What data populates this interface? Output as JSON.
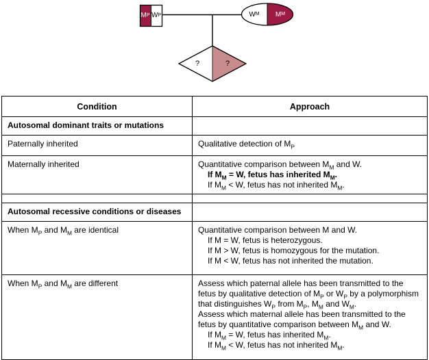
{
  "pedigree": {
    "father": {
      "left_label": "M_{P}",
      "right_label": "W_{P}"
    },
    "mother": {
      "left_label": "W_{M}",
      "right_label": "M_{M}"
    },
    "fetus": {
      "left_label": "?",
      "right_label": "?"
    },
    "colors": {
      "affected": "#9C1B42",
      "possible_affected": "#C98C8E"
    }
  },
  "table": {
    "headers": {
      "condition": "Condition",
      "approach": "Approach"
    },
    "rows": [
      {
        "condition": "Autosomal dominant traits or mutations",
        "approach_lines": []
      },
      {
        "condition": "Paternally inherited",
        "approach_lines": [
          "Qualitative detection of M_{P}"
        ]
      },
      {
        "condition": "Maternally inherited",
        "approach_lines": [
          "Quantitative comparison between M_{M} and W.",
          "If M_{M} = W, fetus has inherited M_{M}.",
          "If M_{M} < W, fetus has not inherited M_{M}."
        ]
      },
      {
        "condition": "Autosomal recessive conditions or diseases",
        "approach_lines": []
      },
      {
        "condition": "When M_{P} and M_{M} are identical",
        "approach_lines": [
          "Quantitative comparison between M and W.",
          "If M = W, fetus is heterozygous.",
          "If M > W, fetus is homozygous for the mutation.",
          "If M < W, fetus has not inherited the mutation."
        ]
      },
      {
        "condition": "When M_{P} and M_{M} are different",
        "approach_lines": [
          "Assess which paternal allele has been transmitted to the fetus by qualitative detection of M_{P} or W_{P} by a polymorphism that distinguishes W_{P} from M_{P}, M_{M} and W_{M}.",
          "Assess which maternal allele has been transmitted to the fetus by quantitative comparison between M_{M} and W.",
          "If M_{M} = W, fetus has inherited M_{M}.",
          "If M_{M} < W, fetus has not inherited M_{M}."
        ]
      }
    ]
  }
}
